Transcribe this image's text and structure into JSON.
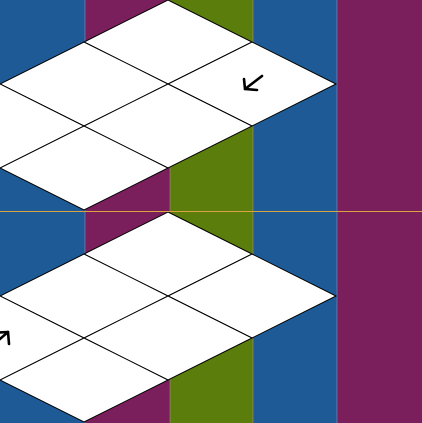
{
  "colors": {
    "blue": "#1e5a96",
    "purple": "#7a1e5c",
    "green": "#5a7d0b",
    "tile": "#ffffff",
    "grid": "#000000",
    "divider": "#d9a441",
    "arrow": "#000000"
  },
  "panels": [
    {
      "name": "top",
      "columns": [
        "blue",
        "purple",
        "green",
        "blue",
        "purple"
      ],
      "board": {
        "rows": 2,
        "cols": 3
      },
      "cursor": {
        "icon": "arrow-down-left-icon",
        "row": 1,
        "col": 0,
        "direction": "down-left"
      }
    },
    {
      "name": "bottom",
      "columns": [
        "blue",
        "purple",
        "green",
        "blue",
        "purple"
      ],
      "board": {
        "rows": 2,
        "cols": 3
      },
      "cursor": {
        "icon": "arrow-up-right-icon",
        "row": 0,
        "col": 2,
        "direction": "up-right"
      }
    }
  ]
}
